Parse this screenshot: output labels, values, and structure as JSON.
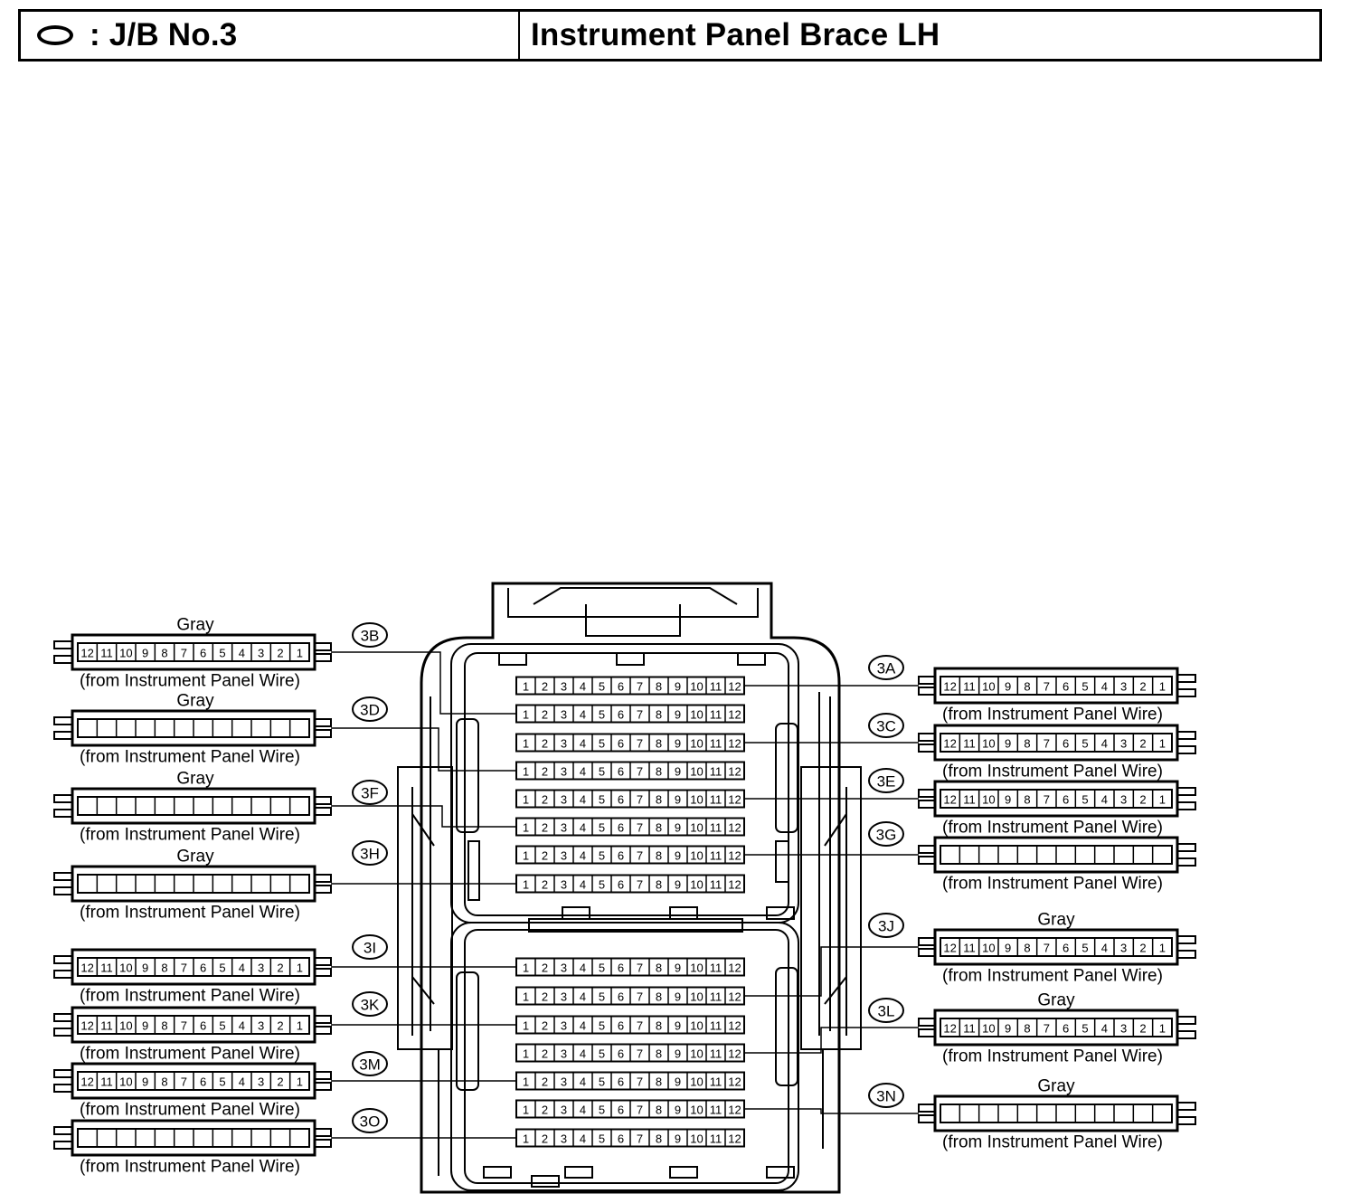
{
  "header": {
    "symbol_name": "oval-icon",
    "symbol_text": ": J/B No.3",
    "location": "Instrument Panel Brace LH"
  },
  "connectors": [
    {
      "id": "3A",
      "color": "",
      "numbered": true,
      "caption": "(from Instrument Panel Wire)"
    },
    {
      "id": "3B",
      "color": "Gray",
      "numbered": true,
      "caption": "(from Instrument Panel Wire)"
    },
    {
      "id": "3C",
      "color": "",
      "numbered": true,
      "caption": "(from Instrument Panel Wire)"
    },
    {
      "id": "3D",
      "color": "Gray",
      "numbered": false,
      "caption": "(from Instrument Panel Wire)"
    },
    {
      "id": "3E",
      "color": "",
      "numbered": true,
      "caption": "(from Instrument Panel Wire)"
    },
    {
      "id": "3F",
      "color": "Gray",
      "numbered": false,
      "caption": "(from Instrument Panel Wire)"
    },
    {
      "id": "3G",
      "color": "",
      "numbered": false,
      "caption": "(from Instrument Panel Wire)"
    },
    {
      "id": "3H",
      "color": "Gray",
      "numbered": false,
      "caption": "(from Instrument Panel Wire)"
    },
    {
      "id": "3I",
      "color": "",
      "numbered": true,
      "caption": "(from Instrument Panel Wire)"
    },
    {
      "id": "3J",
      "color": "Gray",
      "numbered": true,
      "caption": "(from Instrument Panel Wire)"
    },
    {
      "id": "3K",
      "color": "",
      "numbered": true,
      "caption": "(from Instrument Panel Wire)"
    },
    {
      "id": "3L",
      "color": "Gray",
      "numbered": true,
      "caption": "(from Instrument Panel Wire)"
    },
    {
      "id": "3M",
      "color": "",
      "numbered": true,
      "caption": "(from Instrument Panel Wire)"
    },
    {
      "id": "3N",
      "color": "Gray",
      "numbered": false,
      "caption": "(from Instrument Panel Wire)"
    },
    {
      "id": "3O",
      "color": "",
      "numbered": false,
      "caption": "(from Instrument Panel Wire)"
    }
  ],
  "connector_pins": [
    "12",
    "11",
    "10",
    "9",
    "8",
    "7",
    "6",
    "5",
    "4",
    "3",
    "2",
    "1"
  ],
  "block_pins": [
    "1",
    "2",
    "3",
    "4",
    "5",
    "6",
    "7",
    "8",
    "9",
    "10",
    "11",
    "12"
  ]
}
